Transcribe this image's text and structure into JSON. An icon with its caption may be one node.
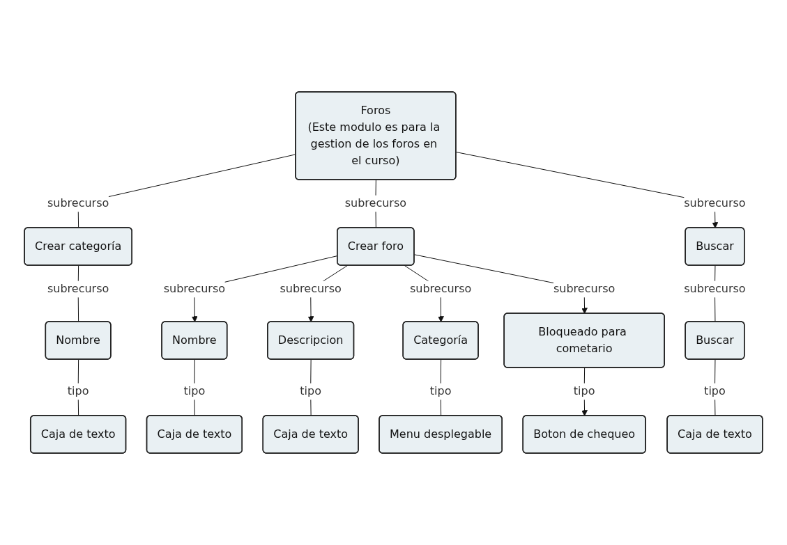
{
  "diagram": {
    "nodes": [
      {
        "text": [
          "Foros",
          "(Este modulo es para la gestion de los foros en el curso)"
        ]
      },
      {
        "text": [
          "Crear categoría"
        ]
      },
      {
        "text": [
          "Crear foro"
        ]
      },
      {
        "text": [
          "Buscar"
        ]
      },
      {
        "text": [
          "Nombre"
        ]
      },
      {
        "text": [
          "Nombre"
        ]
      },
      {
        "text": [
          "Caja de texto"
        ]
      },
      {
        "text": [
          "Buscar"
        ]
      },
      {
        "text": [
          "Caja de texto"
        ]
      },
      {
        "text": [
          "Descripcion"
        ]
      },
      {
        "text": [
          "Caja de texto"
        ]
      },
      {
        "text": [
          "Caja de texto"
        ]
      },
      {
        "text": [
          "Categoría"
        ]
      },
      {
        "text": [
          "Menu desplegable"
        ]
      },
      {
        "text": [
          "Bloqueado para cometario"
        ]
      },
      {
        "text": [
          "Boton de chequeo"
        ]
      }
    ],
    "edges": [
      {
        "from": 0,
        "to": 1,
        "arrow": "none",
        "label": "subrecurso"
      },
      {
        "from": 0,
        "to": 2,
        "arrow": "none",
        "label": "subrecurso"
      },
      {
        "from": 0,
        "to": 3,
        "arrow": "to",
        "label": "subrecurso"
      },
      {
        "from": 1,
        "to": 4,
        "arrow": "none",
        "label": "subrecurso"
      },
      {
        "from": 4,
        "to": 8,
        "arrow": "none",
        "label": "tipo"
      },
      {
        "from": 2,
        "to": 5,
        "arrow": "to",
        "label": "subrecurso"
      },
      {
        "from": 5,
        "to": 6,
        "arrow": "none",
        "label": "tipo"
      },
      {
        "from": 3,
        "to": 7,
        "arrow": "none",
        "label": "subrecurso"
      },
      {
        "from": 7,
        "to": 11,
        "arrow": "none",
        "label": "tipo"
      },
      {
        "from": 2,
        "to": 9,
        "arrow": "to",
        "label": "subrecurso"
      },
      {
        "from": 9,
        "to": 10,
        "arrow": "none",
        "label": "tipo"
      },
      {
        "from": 2,
        "to": 12,
        "arrow": "to",
        "label": "subrecurso"
      },
      {
        "from": 12,
        "to": 13,
        "arrow": "none",
        "label": "tipo"
      },
      {
        "from": 2,
        "to": 14,
        "arrow": "to",
        "label": "subrecurso"
      },
      {
        "from": 14,
        "to": 15,
        "arrow": "to",
        "label": "tipo"
      }
    ]
  }
}
